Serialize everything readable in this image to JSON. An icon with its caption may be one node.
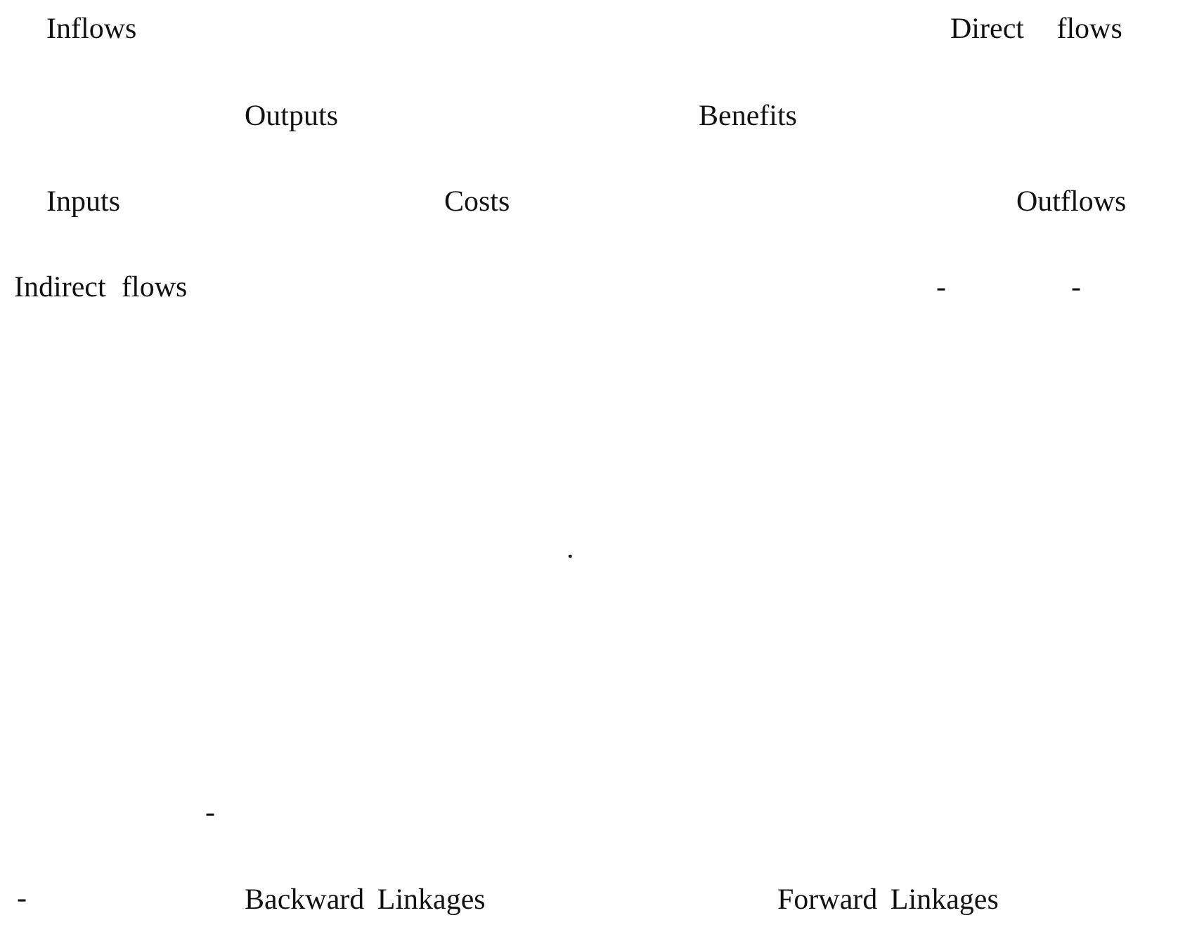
{
  "diagram": {
    "labels": [
      "Inflows",
      "Direct flows",
      "Outputs",
      "Benefits",
      "Inputs",
      "Costs",
      "Outflows",
      "Indirect flows",
      "-",
      "-",
      ".",
      "-",
      "-",
      "Backward Linkages",
      "Forward Linkages"
    ]
  }
}
